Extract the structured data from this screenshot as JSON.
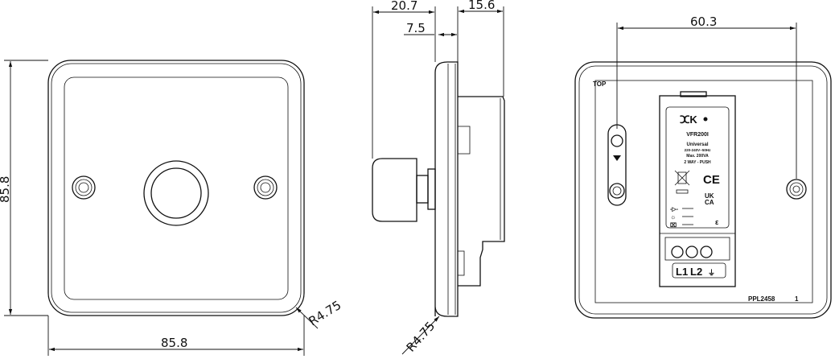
{
  "front_view": {
    "height_dim": "85.8",
    "width_dim": "85.8",
    "radius_dim": "R4.75"
  },
  "side_view": {
    "depth_front_dim": "20.7",
    "depth_rear_dim": "15.6",
    "plate_dim": "7.5",
    "radius_dim": "R4.75"
  },
  "rear_view": {
    "fixing_centres_dim": "60.3",
    "top_label": "TOP",
    "part_code": "PPL2458",
    "sheet_number": "1",
    "module": {
      "model": "VFR200I",
      "type": "Universal",
      "voltage": "220-240V~50Hz",
      "max_load": "Max. 200VA",
      "mode": "2 WAY - PUSH",
      "terminals": [
        "L1",
        "L2"
      ]
    }
  }
}
